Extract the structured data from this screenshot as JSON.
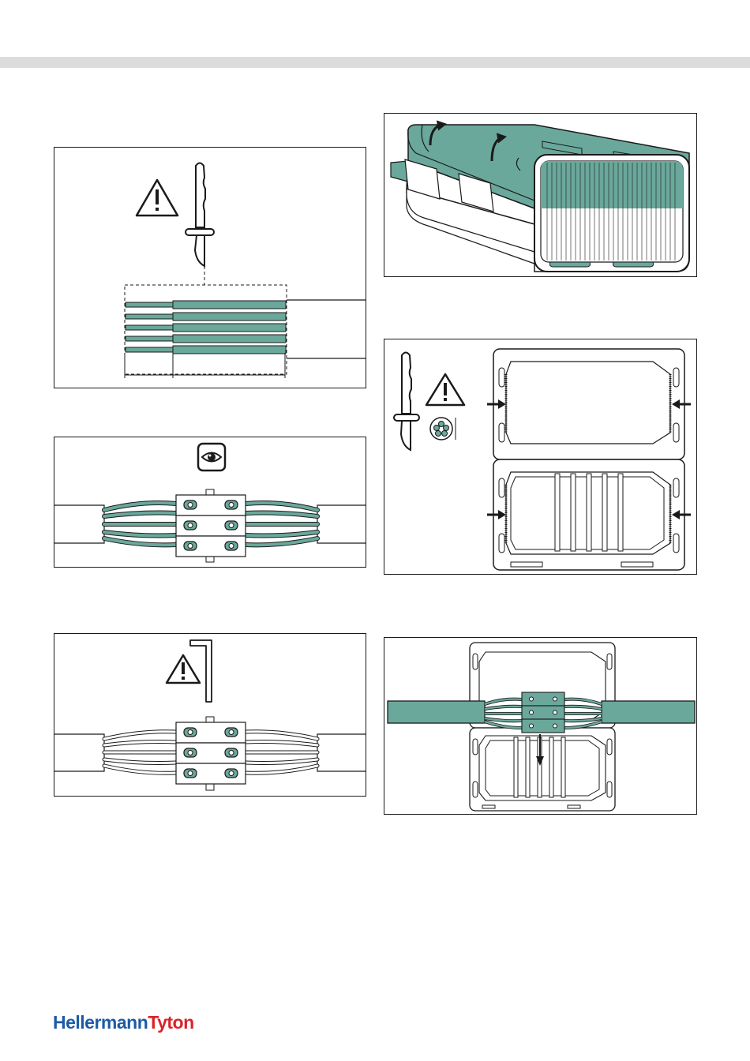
{
  "brand": {
    "name_part1": "Hellermann",
    "name_part2": "Tyton",
    "color_part1": "#1d5aa6",
    "color_part2": "#d8232a"
  },
  "colors": {
    "accent": "#6aa89b",
    "stroke": "#1a1a1a",
    "band": "#dcdcdc"
  },
  "figures": [
    {
      "id": "fig-strip-cable",
      "icons": [
        "warning-icon",
        "knife-icon"
      ]
    },
    {
      "id": "fig-inspect-connection",
      "icons": [
        "eye-icon"
      ]
    },
    {
      "id": "fig-tighten-screws",
      "icons": [
        "warning-icon",
        "hex-key-icon"
      ]
    },
    {
      "id": "fig-open-shell",
      "icons": [
        "arrow-up-icon"
      ]
    },
    {
      "id": "fig-cut-shell-entries",
      "icons": [
        "knife-icon",
        "warning-icon",
        "cable-cross-section-icon",
        "arrow-right-icon",
        "arrow-left-icon"
      ]
    },
    {
      "id": "fig-insert-joint",
      "icons": [
        "arrow-down-icon"
      ]
    }
  ]
}
